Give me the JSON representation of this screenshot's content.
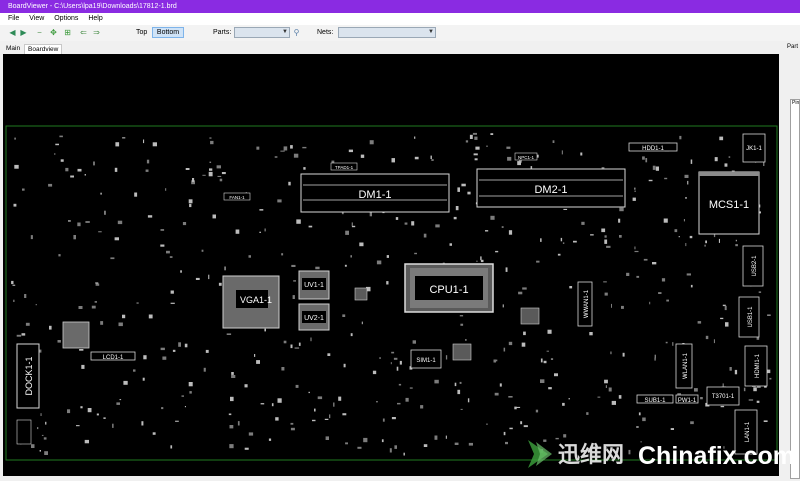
{
  "window": {
    "title": "BoardViewer  -  C:\\Users\\lpa19\\Downloads\\17812-1.brd"
  },
  "menu": [
    "File",
    "View",
    "Options",
    "Help"
  ],
  "toolbar": {
    "top_label": "Top",
    "bottom_label": "Bottom",
    "parts_label": "Parts:",
    "nets_label": "Nets:",
    "parts_value": "",
    "nets_value": ""
  },
  "tabs": [
    "Main",
    "Boardview"
  ],
  "right_panel": {
    "label": "Part",
    "header": "Pin"
  },
  "board": {
    "components": {
      "cpu": "CPU1-1",
      "dm1": "DM1-1",
      "dm2": "DM2-1",
      "vga": "VGA1-1",
      "uv1": "UV1-1",
      "uv2": "UV2-1",
      "mcs": "MCS1-1",
      "dock": "DOCK1-1",
      "lcd": "LCD1-1",
      "hdd": "HDD1-1",
      "jk": "JK1-1",
      "usb2": "USB2-1",
      "usb1": "USB1-1",
      "hdmi": "HDMI1-1",
      "wlan": "WLAN1-1",
      "wwan": "WWAN1-1",
      "sim": "SIM1-1",
      "sub": "SUB1-1",
      "pw": "PW1-1",
      "t3701": "T3701-1",
      "lan": "LAN1-1",
      "fan": "FAN1-1",
      "npc": "NPC1-1",
      "tpad": "TPAD1-1"
    }
  },
  "watermark": {
    "cn": "迅维网",
    "en": "Chinafix.com"
  },
  "colors": {
    "title_bar": "#8a2be2",
    "board_bg": "#000000",
    "outline": "#1f7a1f",
    "part": "#d8d8d8"
  }
}
